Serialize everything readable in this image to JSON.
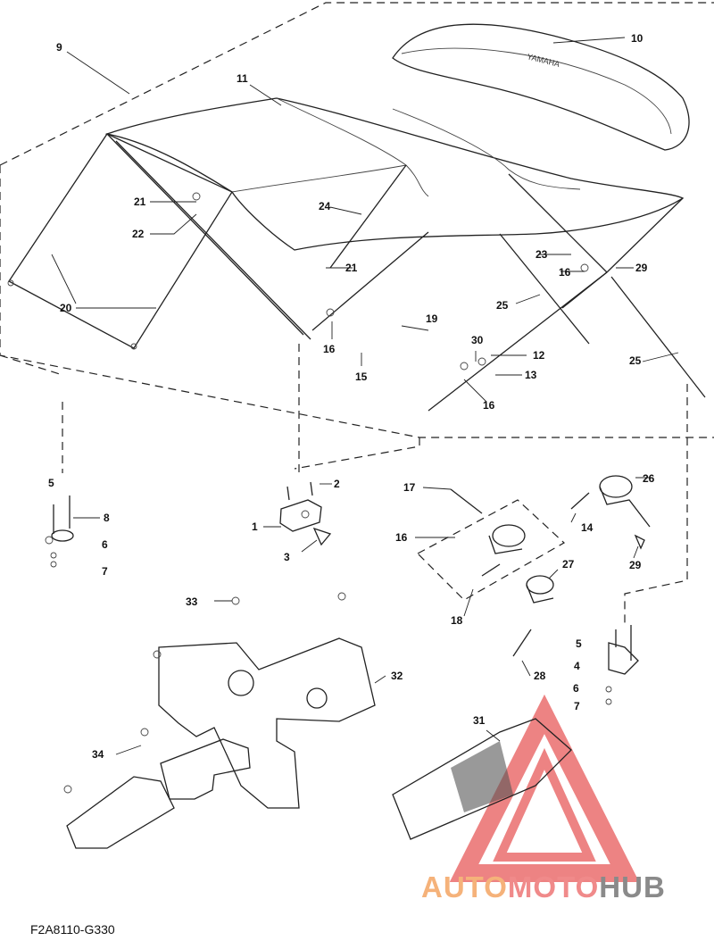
{
  "diagram_code": "F2A8110-G330",
  "watermark": {
    "part1": "AUTO",
    "part2": "MOTO",
    "part3": "HUB"
  },
  "cover_brand": "YAMAHA",
  "callouts": [
    "1",
    "2",
    "3",
    "4",
    "5",
    "6",
    "7",
    "8",
    "9",
    "10",
    "11",
    "12",
    "13",
    "14",
    "15",
    "16",
    "17",
    "18",
    "19",
    "20",
    "21",
    "22",
    "23",
    "24",
    "25",
    "26",
    "27",
    "28",
    "29",
    "30",
    "31",
    "32",
    "33",
    "34"
  ],
  "colors": {
    "line": "#222222",
    "watermark_red": "#e85a5a",
    "watermark_orange": "#f5b27a",
    "watermark_gray": "#8a8a8a"
  }
}
